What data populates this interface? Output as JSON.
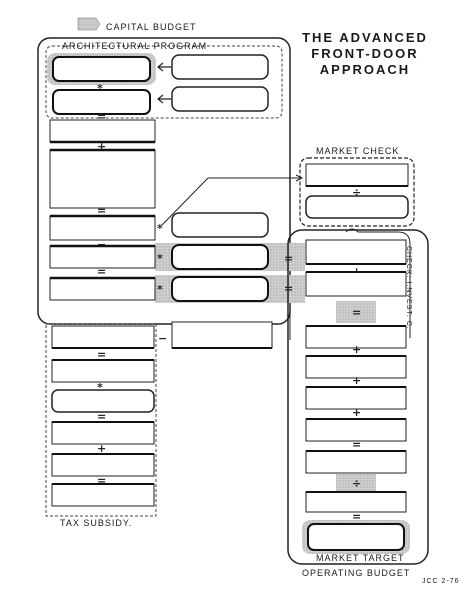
{
  "labels": {
    "capital_budget": "CAPITAL BUDGET",
    "architectural_program": "ARCHITECTURAL PROGRAM",
    "market_check": "MARKET CHECK",
    "tax_subsidy": "TAX SUBSIDY.",
    "market_target": "MARKET TARGET",
    "operating_budget": "OPERATING BUDGET",
    "check_in_margin": "CHECK: I.NVEST. C.",
    "initials": "JCC 2-76"
  },
  "title": {
    "line1": "THE ADVANCED",
    "line2": "FRONT-DOOR",
    "line3": "APPROACH"
  },
  "operators": {
    "plus": "+",
    "equals": "=",
    "minus": "−",
    "times": "*",
    "divide": "÷"
  }
}
